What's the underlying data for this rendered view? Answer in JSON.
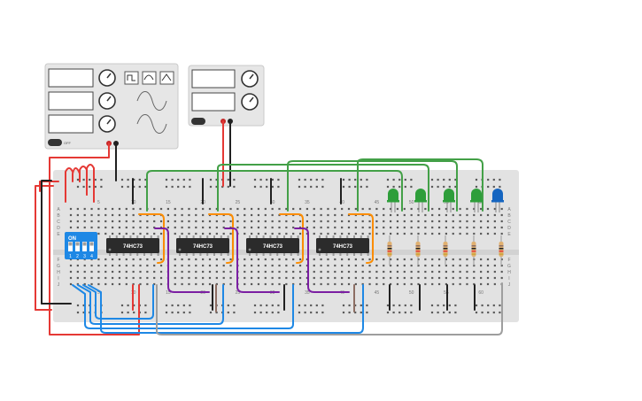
{
  "colors": {
    "board": "#e2e2e2",
    "hole": "#5a5a5a",
    "chip": "#2b2b2b",
    "chip_text": "#ffffff",
    "dip_switch": "#1e88e5",
    "wire_red": "#e53935",
    "wire_black": "#212121",
    "wire_green": "#43a047",
    "wire_blue": "#1e88e5",
    "wire_orange": "#fb8c00",
    "wire_purple": "#7b1fa2",
    "wire_gray": "#9e9e9e",
    "wire_brown": "#8d6e63",
    "led_green": "#2e9e3a",
    "led_blue": "#1565c0",
    "resistor": "#e0b070"
  },
  "chips": [
    {
      "label": "74HC73"
    },
    {
      "label": "74HC73"
    },
    {
      "label": "74HC73"
    },
    {
      "label": "74HC73"
    }
  ],
  "dip_switch": {
    "on_label": "ON",
    "pins": [
      "1",
      "2",
      "3",
      "4"
    ]
  },
  "power_supply": {
    "off_label": "OFF"
  },
  "column_numbers": [
    "5",
    "10",
    "15",
    "20",
    "25",
    "30",
    "35",
    "40",
    "45",
    "50",
    "55",
    "60"
  ],
  "row_letters_top": [
    "A",
    "B",
    "C",
    "D",
    "E"
  ],
  "row_letters_bottom": [
    "F",
    "G",
    "H",
    "I",
    "J"
  ],
  "leds": [
    {
      "color": "green"
    },
    {
      "color": "green"
    },
    {
      "color": "green"
    },
    {
      "color": "green"
    },
    {
      "color": "blue"
    }
  ],
  "resistors": [
    1,
    2,
    3,
    4,
    5
  ]
}
